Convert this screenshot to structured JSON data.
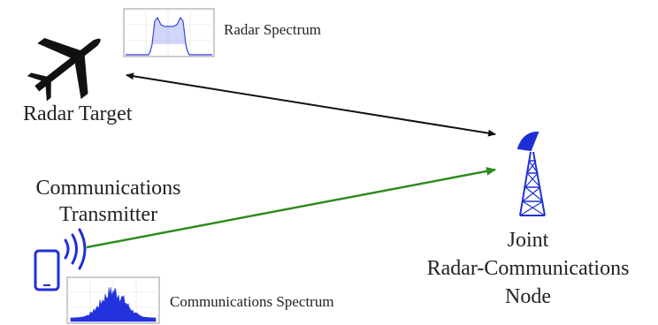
{
  "labels": {
    "radar_spectrum": "Radar Spectrum",
    "radar_target": "Radar Target",
    "comm_transmitter_line1": "Communications",
    "comm_transmitter_line2": "Transmitter",
    "node_line1": "Joint",
    "node_line2": "Radar-Communications",
    "node_line3": "Node",
    "comm_spectrum": "Communications Spectrum"
  },
  "colors": {
    "radar_link": "#111111",
    "comm_link": "#2e8b1f",
    "tower": "#1f2fd6",
    "phone": "#1f2fd6",
    "spectrum_fill": "#2233dd",
    "aircraft": "#111111"
  },
  "icons": {
    "aircraft": "airplane-icon",
    "phone": "smartphone-icon",
    "signal": "wireless-signal-icon",
    "tower": "radar-dish-tower-icon"
  }
}
